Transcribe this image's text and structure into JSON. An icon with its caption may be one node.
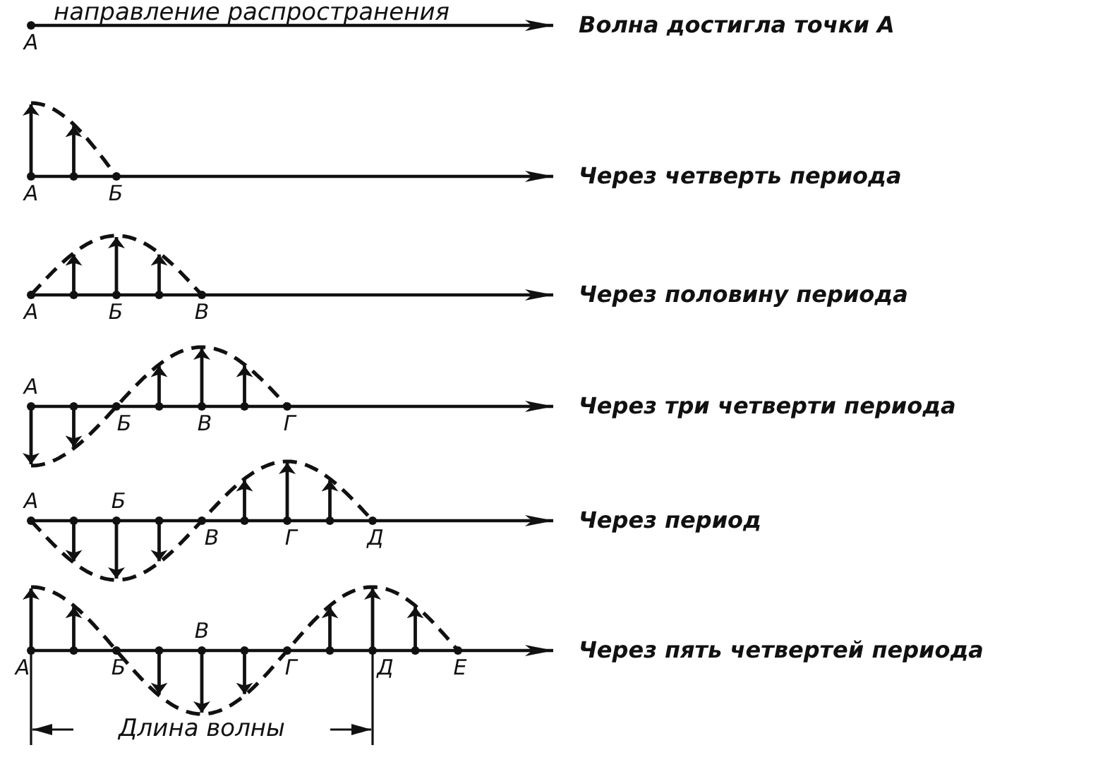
{
  "diagram": {
    "labels": [
      "направление распространения",
      "Волна достигла точки А",
      "А",
      "Через четверть периода",
      "А",
      "Б",
      "Через половину периода",
      "А",
      "Б",
      "В",
      "Через три четверти периода",
      "А",
      "Б",
      "В",
      "Г",
      "Через период",
      "А",
      "Б",
      "В",
      "Г",
      "Д",
      "Через пять четвертей периода",
      "А",
      "Б",
      "В",
      "Г",
      "Д",
      "Е",
      "Длина волны"
    ]
  }
}
